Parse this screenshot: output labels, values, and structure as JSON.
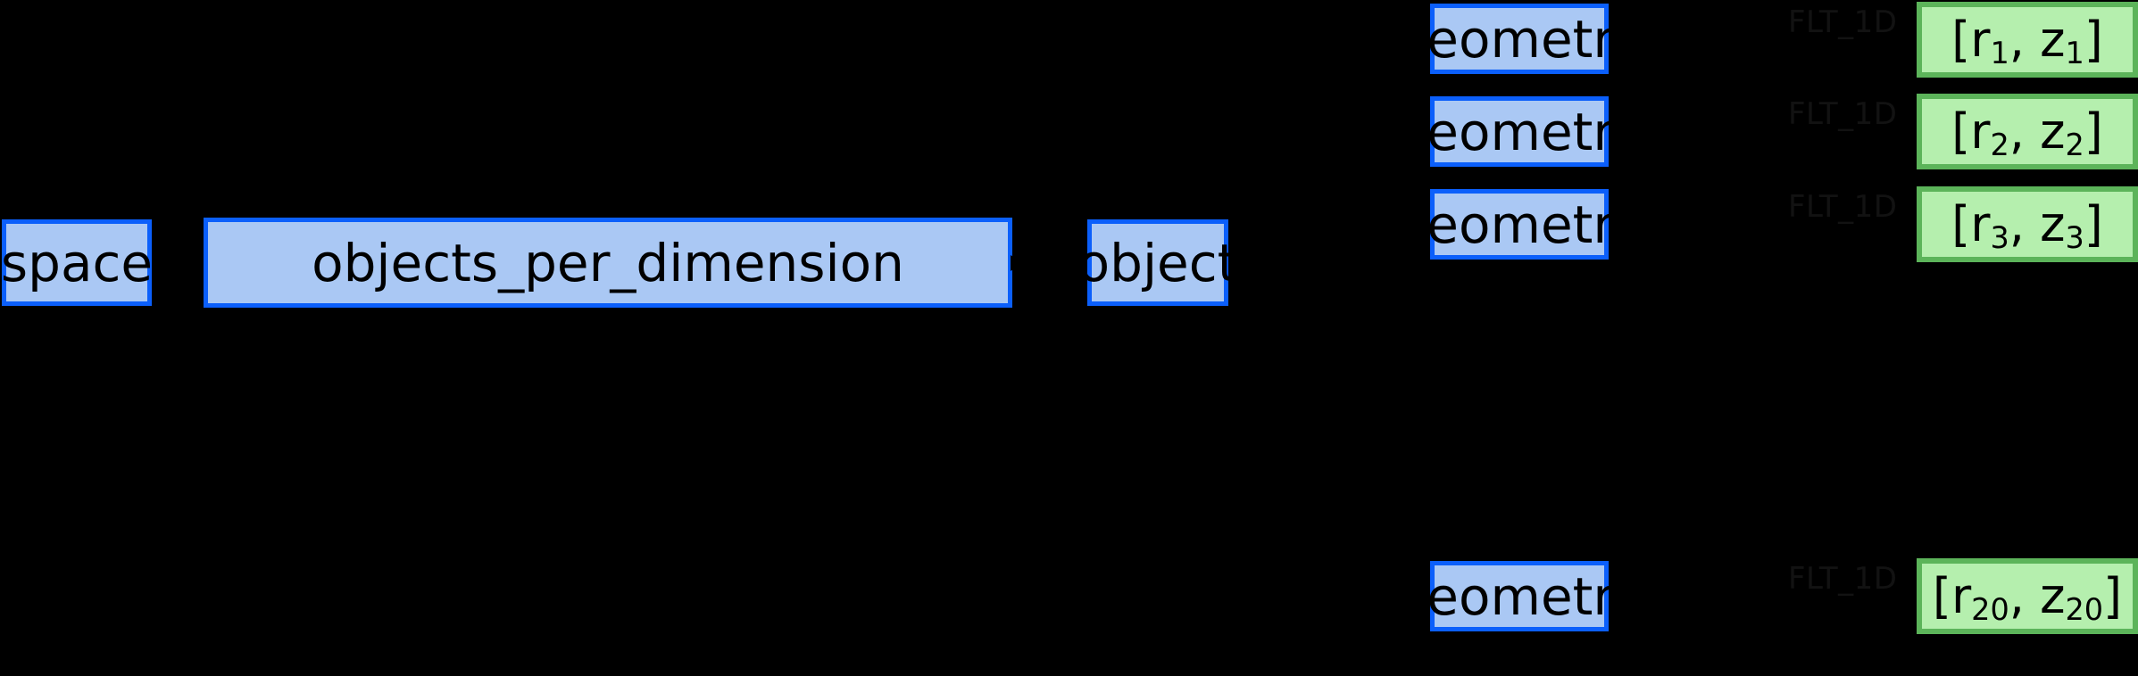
{
  "diagram": {
    "background_color": "#000000",
    "title": "",
    "node_styles": {
      "blue_fill": "#aac8f4",
      "blue_border": "#0b5ffb",
      "green_fill": "#b5efae",
      "green_border": "#5cb45a",
      "edge_label_color": "#121212",
      "text_color": "#000000"
    },
    "root_chain": [
      {
        "label": "space"
      },
      {
        "label": "objects_per_dimension"
      },
      {
        "label": "object"
      }
    ],
    "children": [
      {
        "node_label": "geometry",
        "edge_type": "FLT_1D",
        "value_prefix": "[r",
        "value_index": "1",
        "value_middle": ", z",
        "value_suffix": "]",
        "value_text": "[r1, z1]"
      },
      {
        "node_label": "geometry",
        "edge_type": "FLT_1D",
        "value_prefix": "[r",
        "value_index": "2",
        "value_middle": ", z",
        "value_suffix": "]",
        "value_text": "[r2, z2]"
      },
      {
        "node_label": "geometry",
        "edge_type": "FLT_1D",
        "value_prefix": "[r",
        "value_index": "3",
        "value_middle": ", z",
        "value_suffix": "]",
        "value_text": "[r3, z3]"
      },
      {
        "node_label": "geometry",
        "edge_type": "FLT_1D",
        "value_prefix": "[r",
        "value_index": "20",
        "value_middle": ", z",
        "value_suffix": "]",
        "value_text": "[r20, z20]"
      }
    ]
  }
}
